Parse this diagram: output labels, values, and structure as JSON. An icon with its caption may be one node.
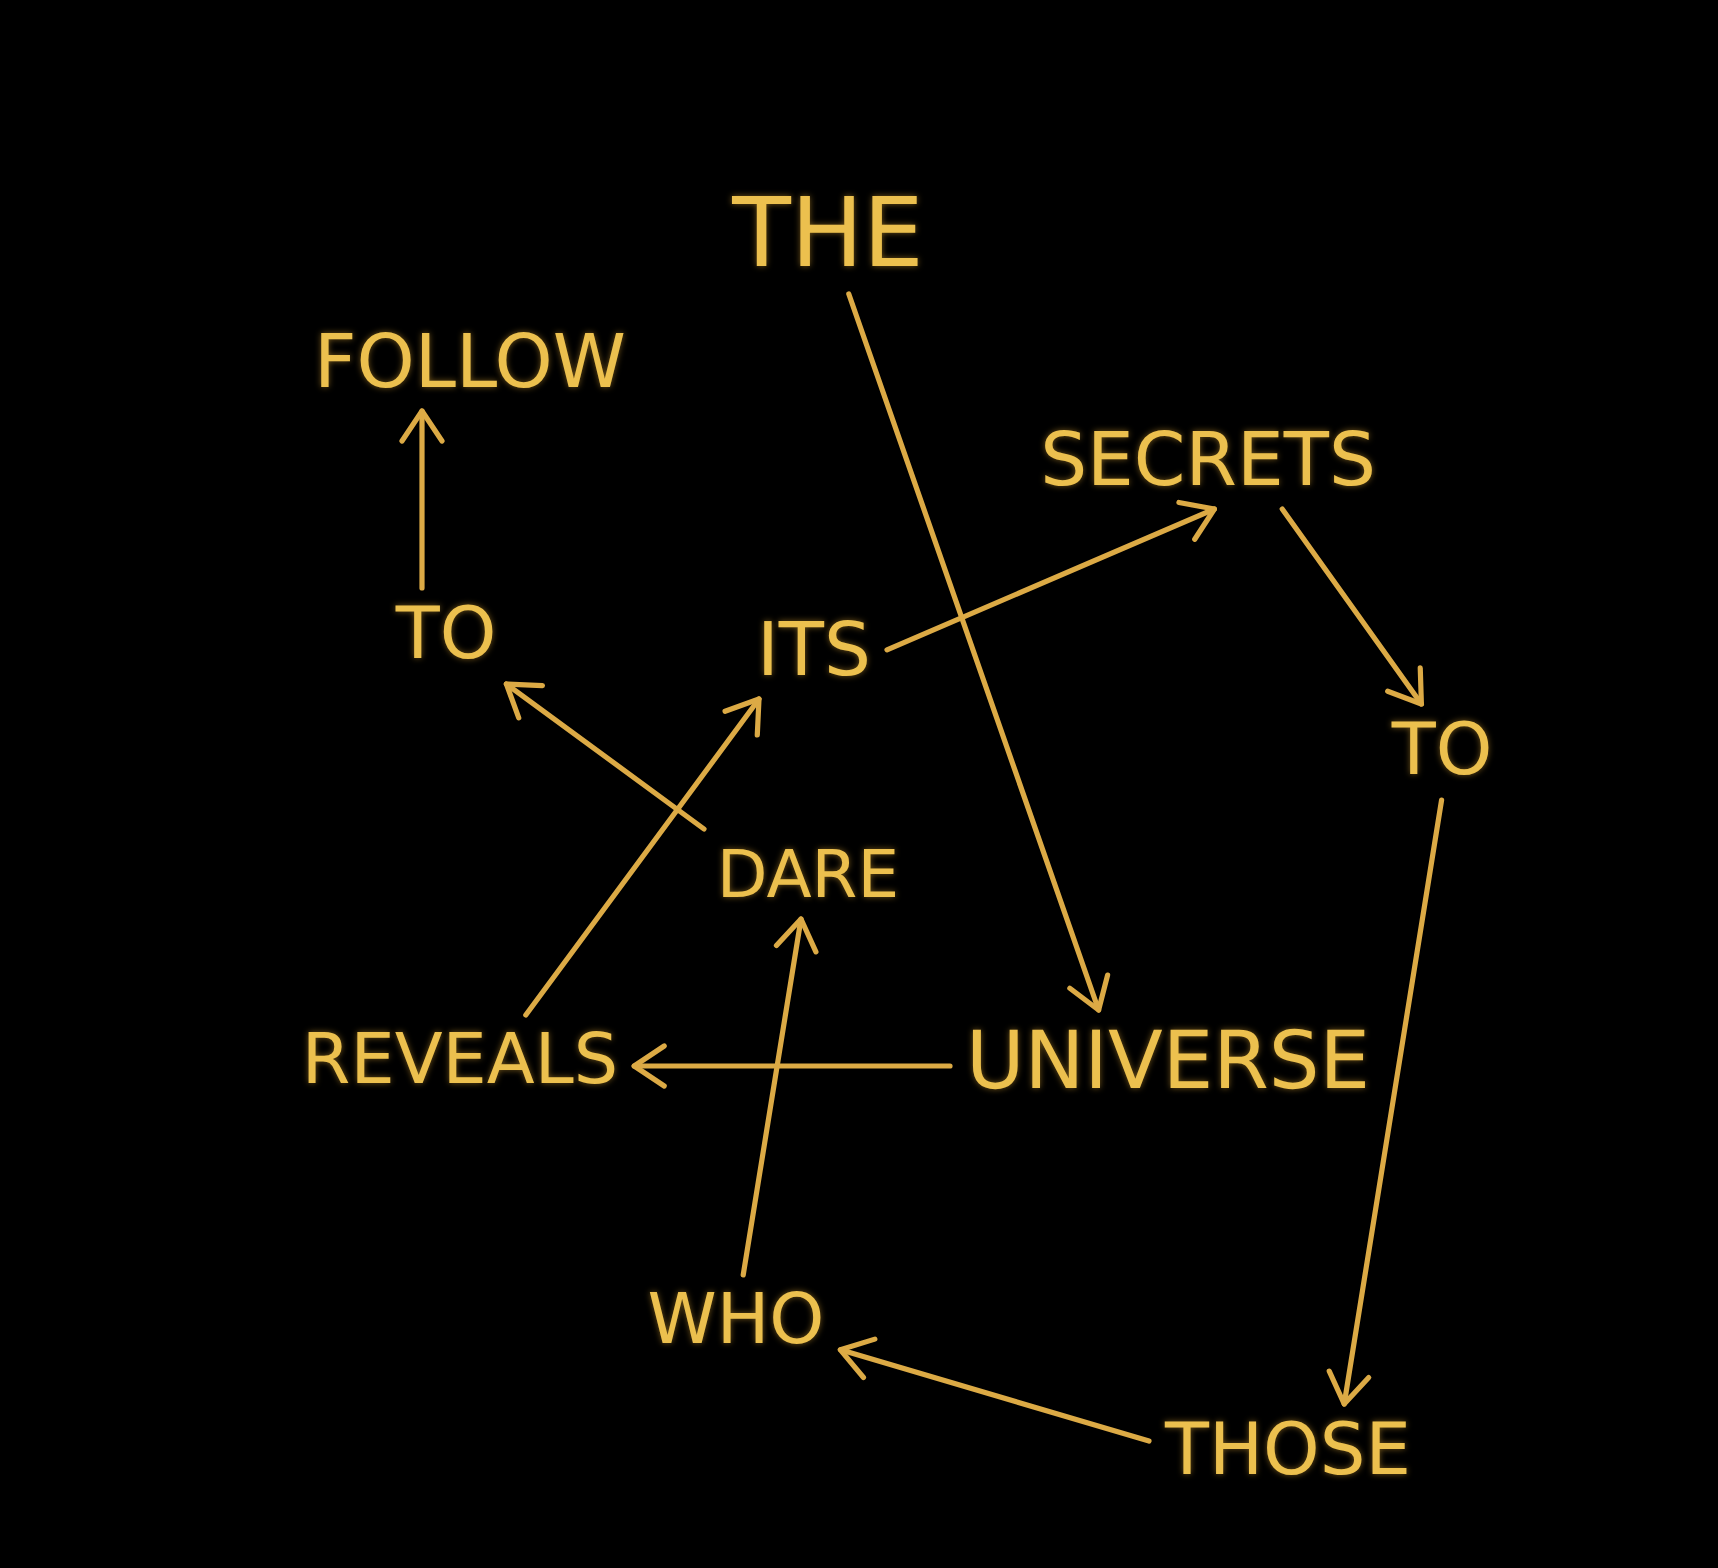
{
  "diagram": {
    "nodes": [
      {
        "text": [
          "THE"
        ]
      },
      {
        "text": [
          "UNIVERSE"
        ]
      },
      {
        "text": [
          "REVEALS"
        ]
      },
      {
        "text": [
          "ITS"
        ]
      },
      {
        "text": [
          "SECRETS"
        ]
      },
      {
        "text": [
          "TO"
        ]
      },
      {
        "text": [
          "THOSE"
        ]
      },
      {
        "text": [
          "WHO"
        ]
      },
      {
        "text": [
          "DARE"
        ]
      },
      {
        "text": [
          "TO"
        ]
      },
      {
        "text": [
          "FOLLOW"
        ]
      }
    ],
    "edges": [
      {
        "from": 0,
        "to": 1,
        "arrow": "to"
      },
      {
        "from": 1,
        "to": 2,
        "arrow": "to"
      },
      {
        "from": 2,
        "to": 3,
        "arrow": "to"
      },
      {
        "from": 3,
        "to": 4,
        "arrow": "to"
      },
      {
        "from": 4,
        "to": 5,
        "arrow": "to"
      },
      {
        "from": 5,
        "to": 6,
        "arrow": "to"
      },
      {
        "from": 6,
        "to": 7,
        "arrow": "to"
      },
      {
        "from": 7,
        "to": 8,
        "arrow": "to"
      },
      {
        "from": 8,
        "to": 9,
        "arrow": "to"
      },
      {
        "from": 9,
        "to": 10,
        "arrow": "to"
      }
    ]
  }
}
